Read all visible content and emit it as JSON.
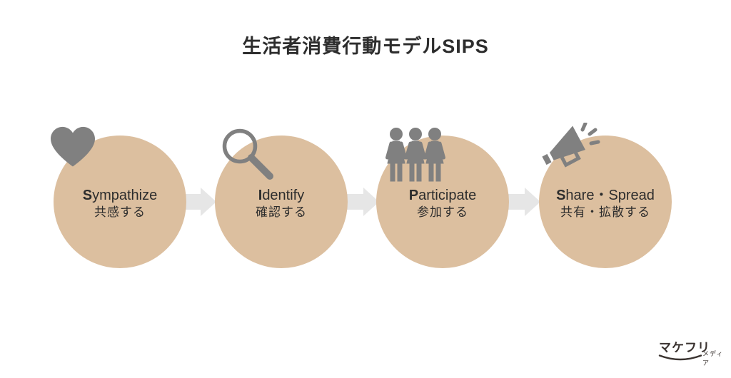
{
  "title": "生活者消費行動モデルSIPS",
  "steps": [
    {
      "name": "Sympathize",
      "lead": "S",
      "rest": "ympathize",
      "jp": "共感する",
      "icon": "heart-icon"
    },
    {
      "name": "Identify",
      "lead": "I",
      "rest": "dentify",
      "jp": "確認する",
      "icon": "magnifier-icon"
    },
    {
      "name": "Participate",
      "lead": "P",
      "rest": "articipate",
      "jp": "参加する",
      "icon": "people-icon"
    },
    {
      "name": "Share・Spread",
      "lead": "S",
      "rest": "hare・Spread",
      "jp": "共有・拡散する",
      "icon": "megaphone-icon"
    }
  ],
  "logo": {
    "text": "マケフリ",
    "sub": "メディア"
  },
  "colors": {
    "circle": "#dcbf9f",
    "icon": "#808080",
    "arrow": "#e6e6e6",
    "text": "#2d2d2d",
    "logo": "#3a3330",
    "background": "#ffffff"
  }
}
